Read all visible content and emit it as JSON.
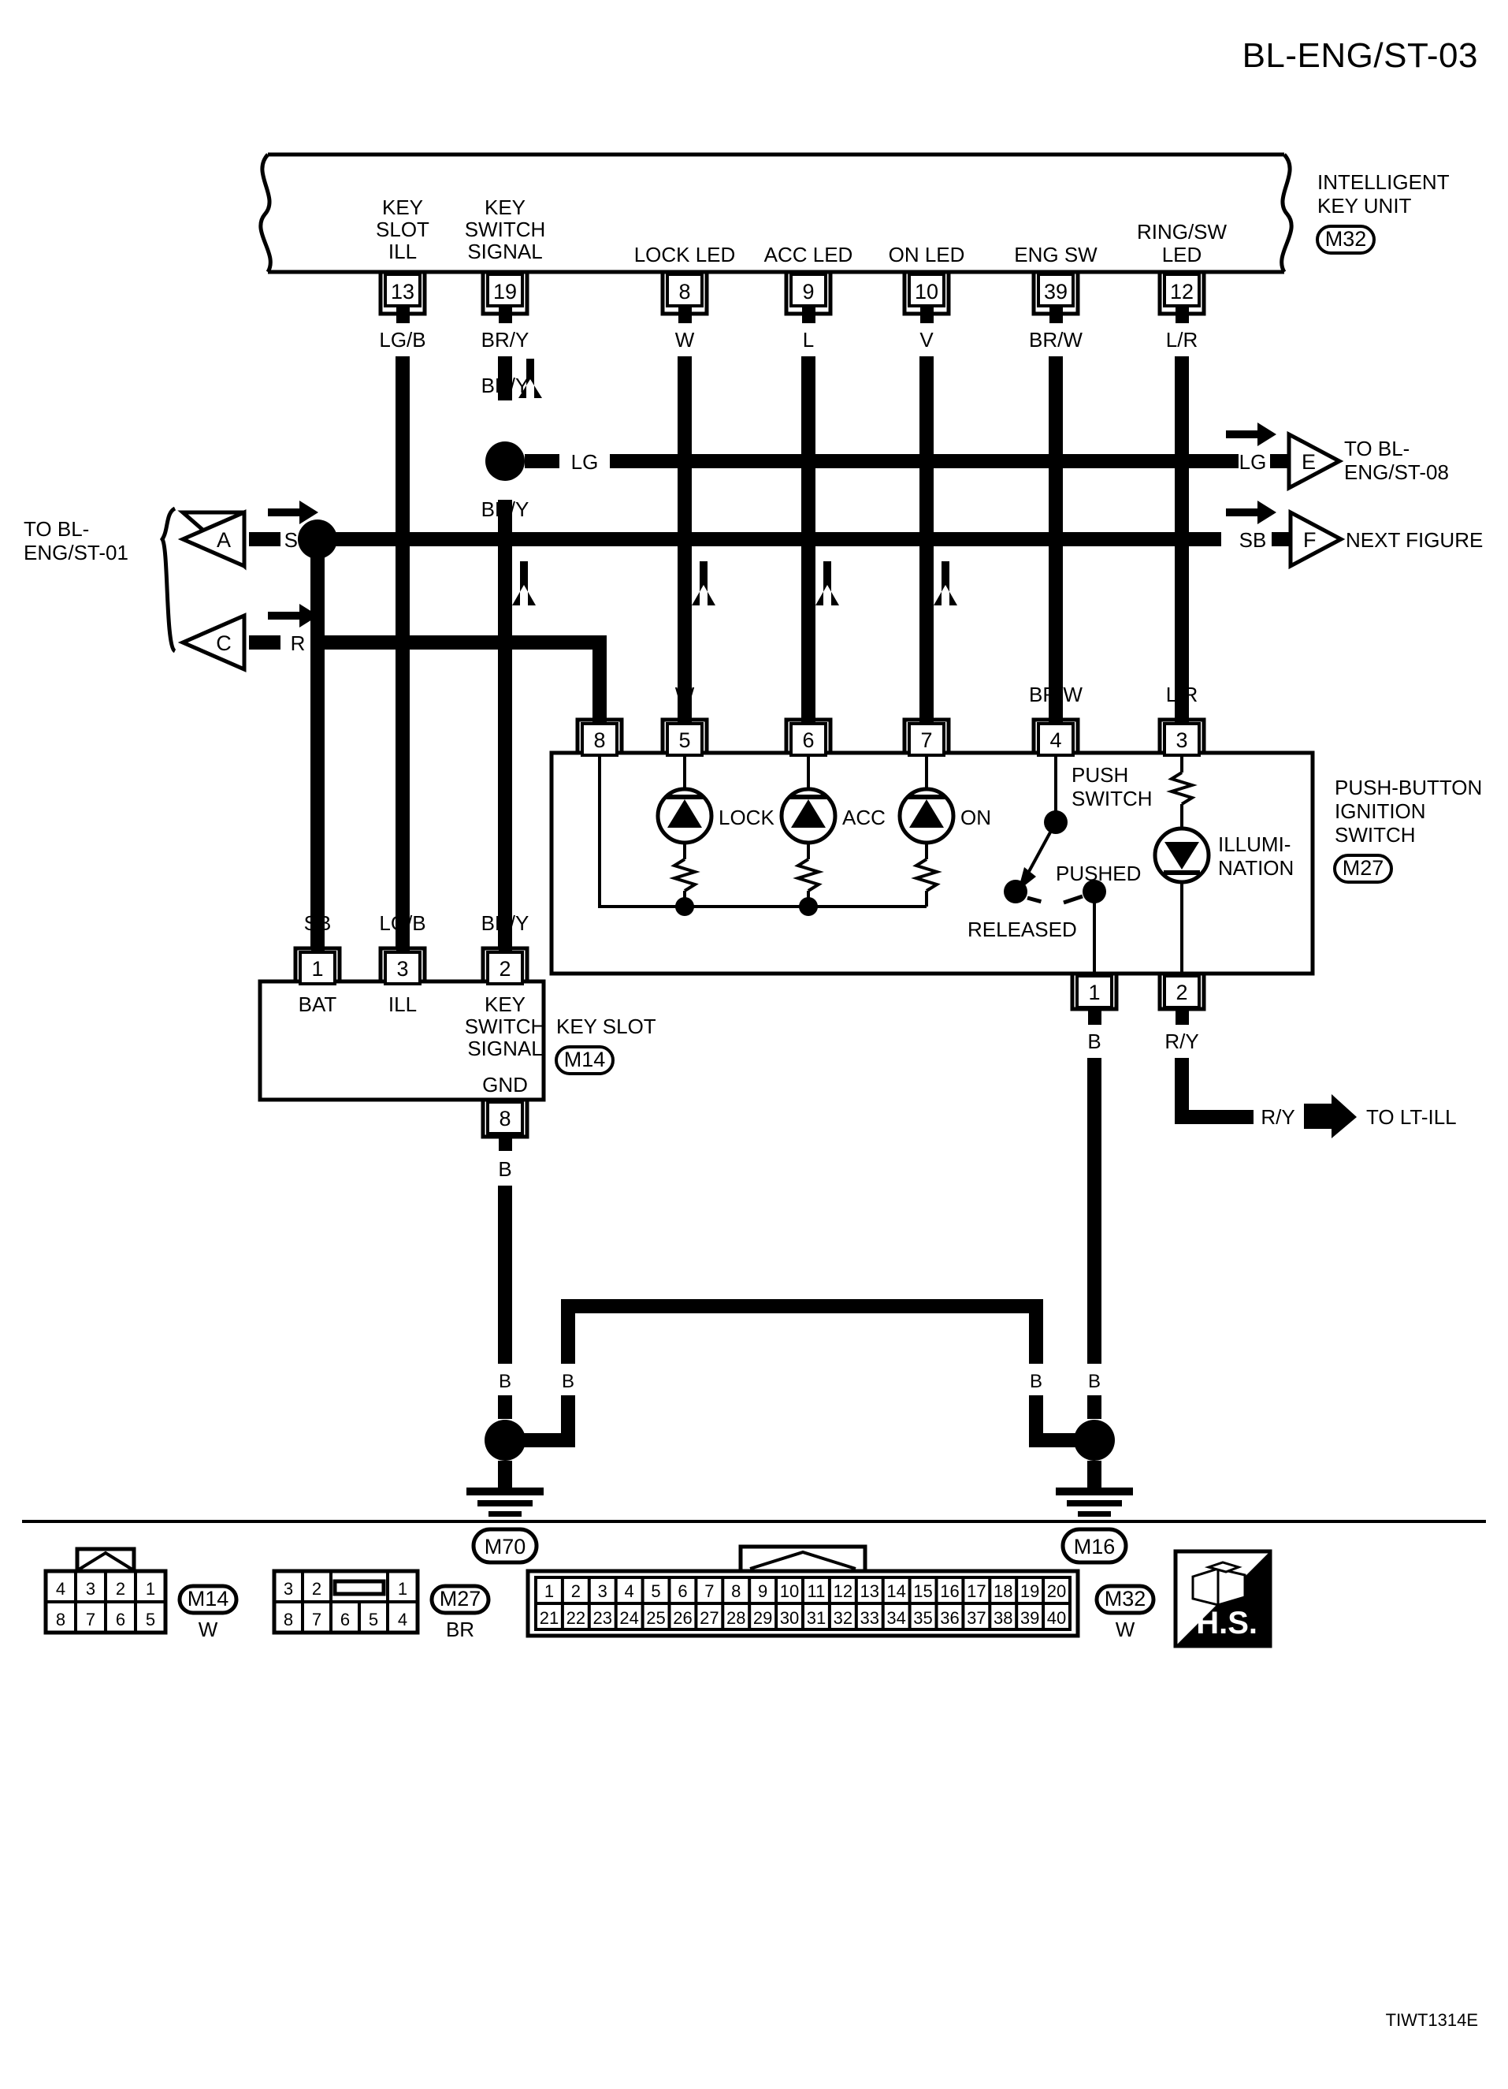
{
  "page": {
    "title": "BL-ENG/ST-03",
    "footer_code": "TIWT1314E"
  },
  "intelligent_key_unit": {
    "name_line1": "INTELLIGENT",
    "name_line2": "KEY UNIT",
    "connector_id": "M32",
    "terminals": [
      {
        "signal_line1": "KEY",
        "signal_line2": "SLOT",
        "signal_line3": "ILL",
        "pin": "13",
        "wire": "LG/B"
      },
      {
        "signal_line1": "KEY",
        "signal_line2": "SWITCH",
        "signal_line3": "SIGNAL",
        "pin": "19",
        "wire": "BR/Y"
      },
      {
        "signal_line1": "LOCK LED",
        "signal_line2": "",
        "signal_line3": "",
        "pin": "8",
        "wire": "W"
      },
      {
        "signal_line1": "ACC LED",
        "signal_line2": "",
        "signal_line3": "",
        "pin": "9",
        "wire": "L"
      },
      {
        "signal_line1": "ON LED",
        "signal_line2": "",
        "signal_line3": "",
        "pin": "10",
        "wire": "V"
      },
      {
        "signal_line1": "ENG SW",
        "signal_line2": "",
        "signal_line3": "",
        "pin": "39",
        "wire": "BR/W"
      },
      {
        "signal_line1": "RING/SW",
        "signal_line2": "LED",
        "signal_line3": "",
        "pin": "12",
        "wire": "L/R"
      }
    ]
  },
  "junction_labels": {
    "br_y_upper": "BR/Y",
    "br_y_lower": "BR/Y",
    "lg_left": "LG",
    "lg_right": "LG",
    "sb_left": "SB",
    "sb_right": "SB",
    "r_left": "R"
  },
  "page_connectors": {
    "left_group_label_line1": "TO BL-",
    "left_group_label_line2": "ENG/ST-01",
    "left_items": [
      {
        "letter": "A",
        "wire": "SB"
      },
      {
        "letter": "C",
        "wire": "R"
      }
    ],
    "right_items": [
      {
        "letter": "E",
        "wire": "LG",
        "target_line1": "TO BL-",
        "target_line2": "ENG/ST-08"
      },
      {
        "letter": "F",
        "wire": "SB",
        "target_line1": "NEXT FIGURE",
        "target_line2": ""
      }
    ]
  },
  "push_button_ignition_switch": {
    "name_line1": "PUSH-BUTTON",
    "name_line2": "IGNITION",
    "name_line3": "SWITCH",
    "connector_id": "M27",
    "top_terminals": [
      {
        "wire": "R",
        "pin": "8"
      },
      {
        "wire": "W",
        "pin": "5"
      },
      {
        "wire": "L",
        "pin": "6"
      },
      {
        "wire": "V",
        "pin": "7"
      },
      {
        "wire": "BR/W",
        "pin": "4"
      },
      {
        "wire": "L/R",
        "pin": "3"
      }
    ],
    "leds": [
      {
        "label": "LOCK"
      },
      {
        "label": "ACC"
      },
      {
        "label": "ON"
      }
    ],
    "push_switch": {
      "title_line1": "PUSH",
      "title_line2": "SWITCH",
      "pushed_label": "PUSHED",
      "released_label": "RELEASED"
    },
    "illumination": {
      "label_line1": "ILLUMI-",
      "label_line2": "NATION"
    },
    "bottom_terminals": [
      {
        "pin": "1",
        "wire": "B"
      },
      {
        "pin": "2",
        "wire": "R/Y"
      }
    ]
  },
  "lt_ill_branch": {
    "wire": "R/Y",
    "target": "TO LT-ILL"
  },
  "key_slot": {
    "name": "KEY SLOT",
    "connector_id": "M14",
    "top_terminals": [
      {
        "wire": "SB",
        "pin": "1",
        "fn": "BAT"
      },
      {
        "wire": "LG/B",
        "pin": "3",
        "fn": "ILL"
      },
      {
        "wire": "BR/Y",
        "pin": "2",
        "fn_line1": "KEY",
        "fn_line2": "SWITCH",
        "fn_line3": "SIGNAL"
      }
    ],
    "ground_terminal": {
      "fn": "GND",
      "pin": "8",
      "wire": "B"
    }
  },
  "grounds": [
    {
      "wire_left": "B",
      "wire_right": "B",
      "id": "M70"
    },
    {
      "wire_left": "B",
      "wire_right": "B",
      "id": "M16"
    }
  ],
  "legend": {
    "connectors": [
      {
        "id": "M14",
        "color": "W",
        "rows": [
          [
            "4",
            "3",
            "2",
            "1"
          ],
          [
            "8",
            "7",
            "6",
            "5"
          ]
        ]
      },
      {
        "id": "M27",
        "color": "BR",
        "rows": [
          [
            "3",
            "2",
            "",
            "1"
          ],
          [
            "8",
            "7",
            "6",
            "5",
            "4"
          ]
        ]
      },
      {
        "id": "M32",
        "color": "W",
        "rows": [
          [
            "1",
            "2",
            "3",
            "4",
            "5",
            "6",
            "7",
            "8",
            "9",
            "10",
            "11",
            "12",
            "13",
            "14",
            "15",
            "16",
            "17",
            "18",
            "19",
            "20"
          ],
          [
            "21",
            "22",
            "23",
            "24",
            "25",
            "26",
            "27",
            "28",
            "29",
            "30",
            "31",
            "32",
            "33",
            "34",
            "35",
            "36",
            "37",
            "38",
            "39",
            "40"
          ]
        ]
      }
    ],
    "hs_badge": "H.S."
  }
}
